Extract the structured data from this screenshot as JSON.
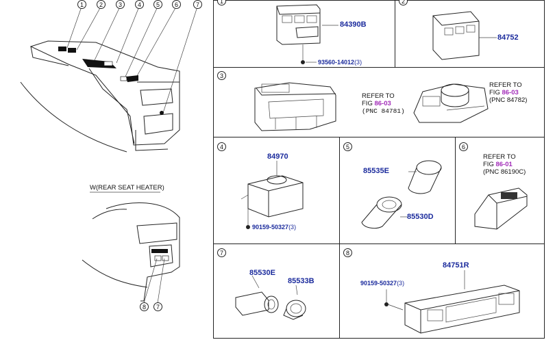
{
  "left_overview": {
    "callouts": [
      "1",
      "2",
      "3",
      "4",
      "5",
      "6",
      "7"
    ],
    "inset_label": "W(REAR SEAT HEATER)",
    "inset_callouts": [
      "8",
      "7"
    ]
  },
  "panels": [
    {
      "id": "1",
      "parts": [
        {
          "pn": "84390B"
        },
        {
          "pn": "93560-14012",
          "qty": "(3)"
        }
      ]
    },
    {
      "id": "2",
      "parts": [
        {
          "pn": "84752"
        }
      ]
    },
    {
      "id": "3",
      "refs": [
        {
          "line1": "REFER TO",
          "fig_prefix": "FIG ",
          "fig": "86-03",
          "pnc": "(PNC 84781)"
        },
        {
          "line1": "REFER TO",
          "fig_prefix": "FIG ",
          "fig": "86-03",
          "pnc": "(PNC 84782)"
        }
      ]
    },
    {
      "id": "4",
      "parts": [
        {
          "pn": "84970"
        },
        {
          "pn": "90159-50327",
          "qty": "(3)"
        }
      ]
    },
    {
      "id": "5",
      "parts": [
        {
          "pn": "85535E"
        },
        {
          "pn": "85530D"
        }
      ]
    },
    {
      "id": "6",
      "refs": [
        {
          "line1": "REFER TO",
          "fig_prefix": "FIG ",
          "fig": "86-01",
          "pnc": "(PNC 86190C)"
        }
      ]
    },
    {
      "id": "7",
      "parts": [
        {
          "pn": "85530E"
        },
        {
          "pn": "85533B"
        }
      ]
    },
    {
      "id": "8",
      "parts": [
        {
          "pn": "84751R"
        },
        {
          "pn": "90159-50327",
          "qty": "(3)"
        }
      ]
    }
  ],
  "colors": {
    "part_number": "#1a2a9c",
    "figure_ref": "#a12ab8",
    "line": "#222222"
  }
}
